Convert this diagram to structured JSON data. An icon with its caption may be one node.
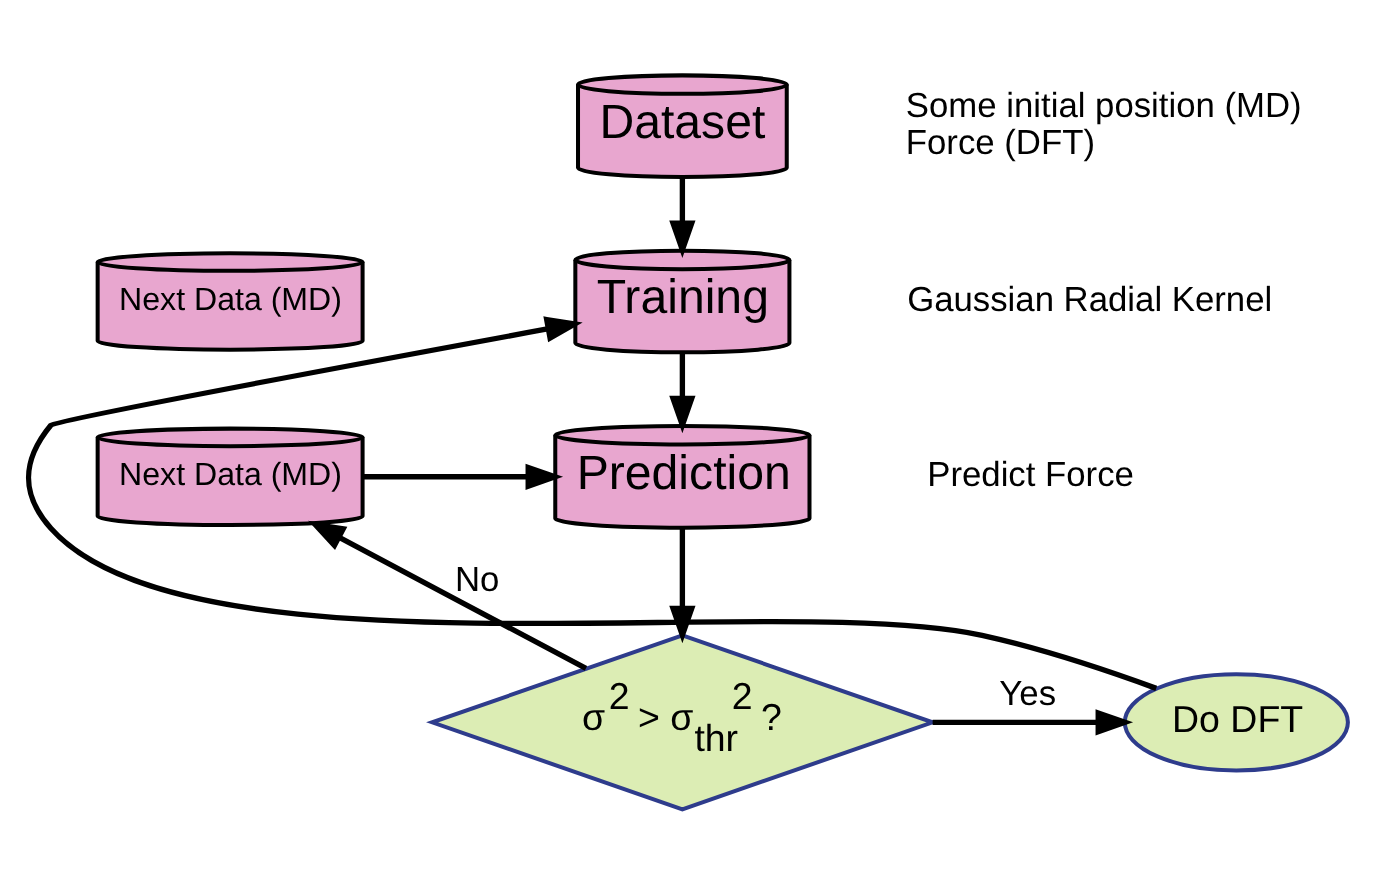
{
  "diagram": {
    "nodes": [
      {
        "text": [
          "Dataset"
        ],
        "beside": [
          "Some initial position (MD)",
          "Force (DFT)"
        ]
      },
      {
        "text": [
          "Training"
        ],
        "beside": [
          "Gaussian Radial Kernel"
        ]
      },
      {
        "text": [
          "Next Data (MD)"
        ]
      },
      {
        "text": [
          "Next Data (MD)"
        ]
      },
      {
        "text": [
          "Prediction"
        ],
        "beside": [
          "Predict Force"
        ]
      },
      {
        "text": [
          "σ$^{2}$ > σ$_{thr}$$^{2}$ ?"
        ]
      },
      {
        "text": [
          "Do DFT"
        ]
      }
    ],
    "edges": [
      {
        "from": 0,
        "to": 1,
        "arrow": "to"
      },
      {
        "from": 3,
        "to": 4,
        "arrow": "to"
      },
      {
        "from": 1,
        "to": 4,
        "arrow": "to"
      },
      {
        "from": 4,
        "to": 5,
        "arrow": "to"
      },
      {
        "from": 5,
        "to": 3,
        "arrow": "to",
        "label": "No"
      },
      {
        "from": 5,
        "to": 6,
        "arrow": "to",
        "label": "Yes"
      },
      {
        "from": 6,
        "to": 1,
        "arrow": "to"
      }
    ]
  }
}
